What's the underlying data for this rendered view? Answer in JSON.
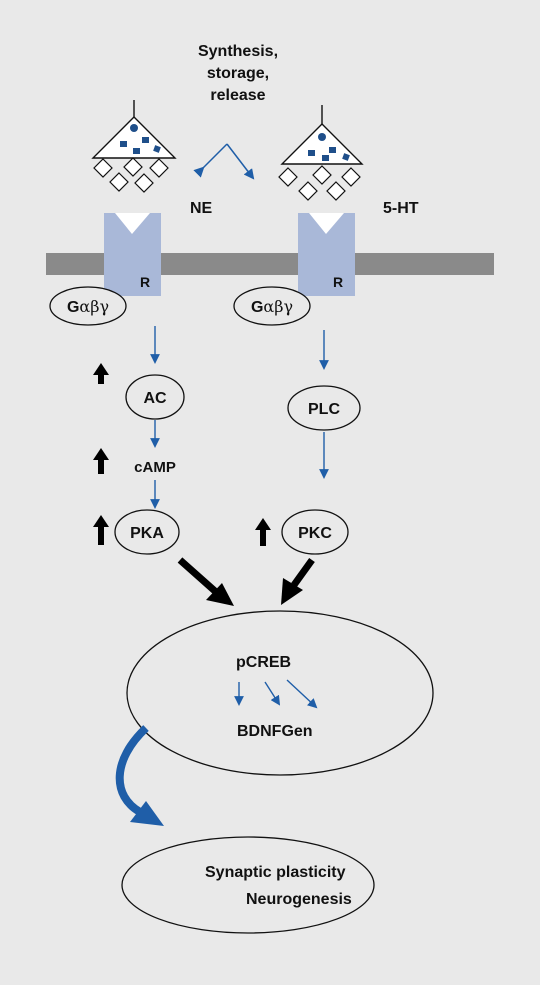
{
  "title_lines": [
    "Synthesis,",
    "storage,",
    "release"
  ],
  "transmitters": {
    "left": "NE",
    "right": "5-HT"
  },
  "receptor_label": "R",
  "g_protein": {
    "prefix": "G",
    "subunits": "αβγ"
  },
  "nodes": {
    "ac": "AC",
    "camp": "cAMP",
    "pka": "PKA",
    "plc": "PLC",
    "pkc": "PKC",
    "pcreb": "pCREB",
    "bdnf": "BDNFGen"
  },
  "outcome": [
    "Synaptic plasticity",
    "Neurogenesis"
  ],
  "colors": {
    "background": "#e9e9e9",
    "membrane": "#8a8a8a",
    "receptor": "#a9b8d8",
    "flow_arrow": "#1f5ea8",
    "big_curved_arrow": "#1f5ea8",
    "up_arrow": "#000000",
    "outline": "#111111"
  },
  "icons": [
    "vesicle-icon",
    "up-arrow-icon",
    "flow-arrow-icon",
    "curved-arrow-icon"
  ]
}
